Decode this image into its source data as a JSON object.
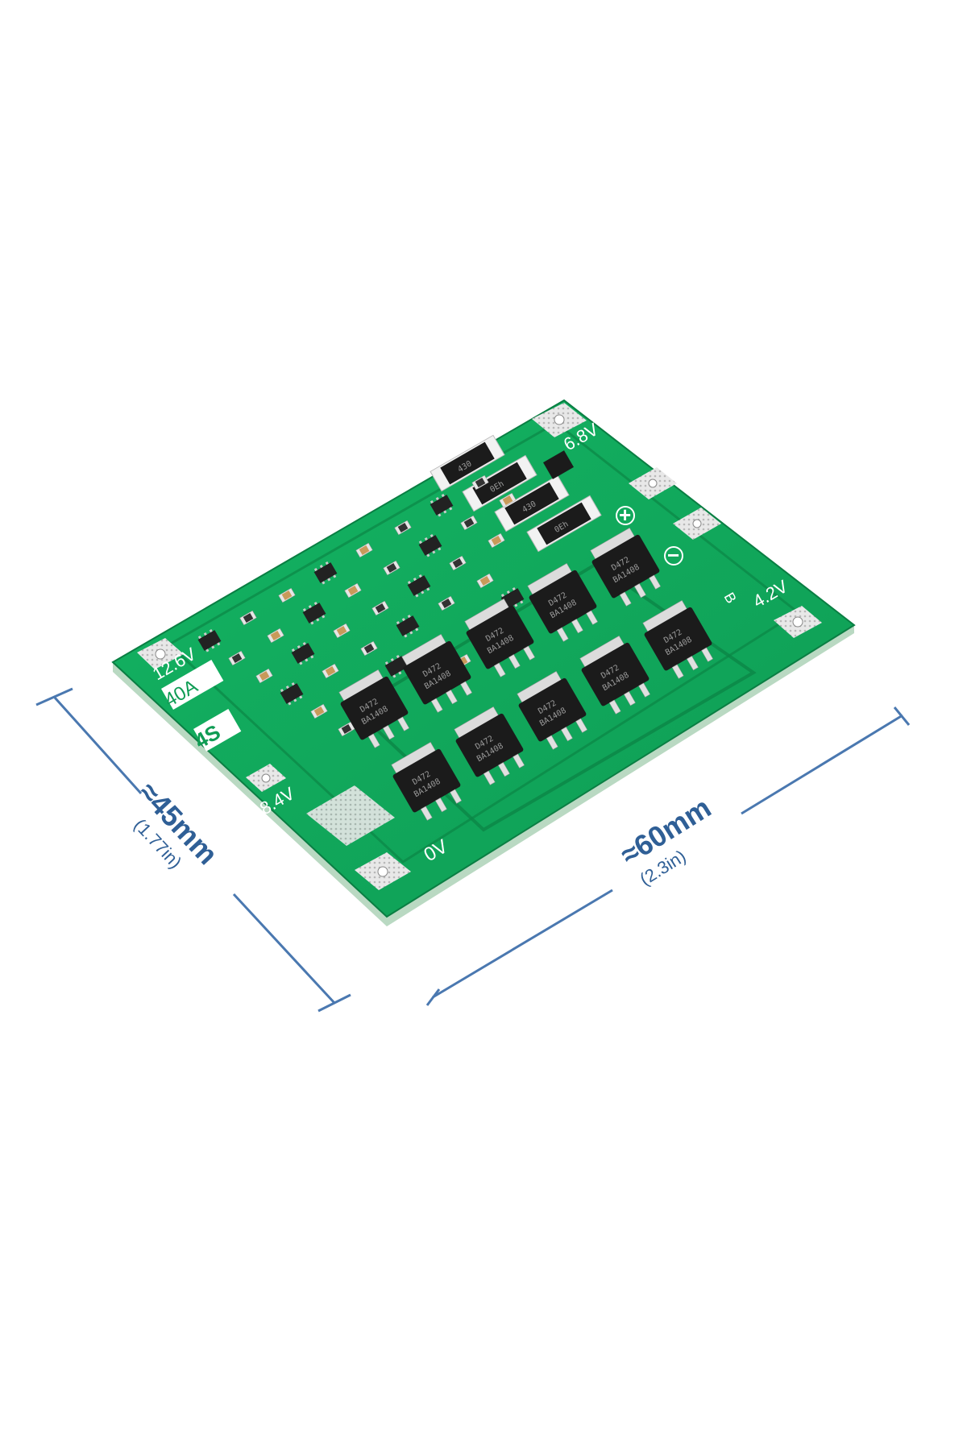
{
  "product": {
    "name_marking": "4S",
    "current_marking": "40A",
    "pad_labels": {
      "v126": "12.6V",
      "v84": "8.4V",
      "v0": "0V",
      "v42": "4.2V",
      "v68": "6.8V",
      "plus": "+",
      "minus": "−",
      "b": "B"
    },
    "resistor_codes": [
      "430",
      "0Eh",
      "430",
      "0Eh"
    ],
    "mosfet_codes": [
      "D472",
      "BA1408"
    ]
  },
  "dimensions": {
    "width_main": "≈60mm",
    "width_sub": "(2.3in)",
    "height_main": "≈45mm",
    "height_sub": "(1.77in)"
  },
  "colors": {
    "pcb": "#11a65a",
    "pcb_dark": "#0d8a49",
    "dimension_line": "#4a78b0",
    "mosfet": "#1b1b1b"
  }
}
